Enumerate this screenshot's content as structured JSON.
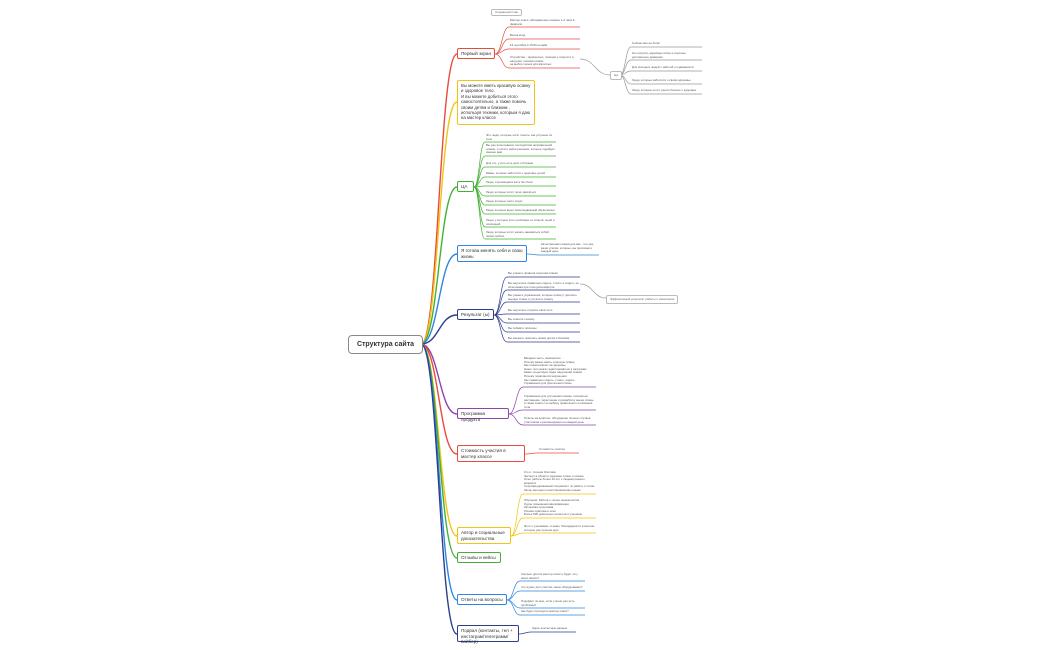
{
  "root": {
    "label": "Структура сайта"
  },
  "note": {
    "label": "Созданный план"
  },
  "extra_nodes": {
    "ca": "ЦА",
    "results_note": "Эффективный результат работы с заказчиком"
  },
  "branches": {
    "first_screen": {
      "label": "Первый экран",
      "color": "#e74c3c"
    },
    "promise": {
      "label": "Вы можете иметь красивую осанку и здоровое тело.\nИ вы можете добиться этого самостоятельно, а также помочь своим детям и близким , используя техники, которым я даю на мастер классе",
      "color": "#f1c40f"
    },
    "ca": {
      "label": "ЦА",
      "color": "#44b035"
    },
    "ready": {
      "label": "Я готова менять себя и свою жизнь",
      "color": "#2e86de"
    },
    "results": {
      "label": "Результат (ы)",
      "color": "#2c3e8c"
    },
    "program": {
      "label": "Программа продукта",
      "color": "#8e44ad"
    },
    "cost": {
      "label": "Стоимость участия в мастер классе",
      "color": "#e74c3c"
    },
    "author": {
      "label": "Автор и социальные доказательства",
      "color": "#f1c40f"
    },
    "reviews": {
      "label": "Отзывы и кейсы",
      "color": "#44b035"
    },
    "faq": {
      "label": "Ответы на вопросы",
      "color": "#2e86de"
    },
    "footer": {
      "label": "Подвал (контакты, тел + инстаграм/телеграмм/вайбер)",
      "color": "#2c3e8c"
    }
  },
  "leaves": {
    "first_screen": [
      "Мастер класс «Исправление осанки» 1-2 часа 6 февраля",
      "Весна вход",
      "16 сентября в 15:00 онлайн",
      "Устройство - гармонично, позиция о скорости и нагрузки, техника отказа,\nна выбор техник для взрослых"
    ],
    "ca_right": [
      "Сейчас мне не болит",
      "Не получить здоровую спину и хорошее долговечное движение",
      "Для молодых людей с заботой о подвижности",
      "Люди, которые заботятся о своём здоровье",
      "Люди, которые хотят узнать больше о здоровье"
    ],
    "ca": [
      "Это люди, которые хотят понять, как устроено их тело",
      "Вы уже испытываете последствия неправильной осанки, и хотите найти решение, которое подойдёт именно вам",
      "Для тех, у кого есть дети и близкие",
      "Мамы, которые заботятся о здоровье детей",
      "Люди, стремящиеся жить без боли",
      "Люди, которые хотят легко двигаться",
      "Люди, которые часто сидят",
      "Люди, которые ведут малоподвижный образ жизни",
      "Люди, у которых есть проблемы со спиной, шеей и поясницей",
      "Люди, которые хотят начать заниматься собой прямо сейчас"
    ],
    "ready": [
      "Качественная осанка для вас - это уже ваши усилия, которые, вы прилагаете каждый день"
    ],
    "results": [
      "Вы узнаете правила хорошей осанки",
      "Вы научитесь правильно сидеть, стоять и ходить, не испытывая при этом дискомфорта",
      "Вы узнаете упражнения, которые помогут укрепить мышцы спины и улучшить осанку",
      "Вы научитесь слушать своё тело",
      "Вы освоите технику",
      "Вы поймёте причины",
      "Вы сможете помогать своим детям и близким"
    ],
    "program": [
      "Вводная часть, знакомство\nПочему важно иметь хорошую осанку\nКак осанка влияет на здоровье\nНаше тело может адаптироваться к нагрузкам\nКакие существуют виды нарушений осанки\nПочему появляются нарушения\nКак правильно сидеть, стоять, ходить\nУпражнения для укрепления спины",
      "Упражнения для улучшения осанки, техники на растяжение, укрепление и разработку мышц спины, а также советы по выбору правильного положения тела",
      "Ответы на вопросы, обсуждение личных случаев участников и рекомендации на каждый день"
    ],
    "cost": [
      "Стоимость участия"
    ],
    "author": [
      "Кто я - Ксения Осипова\nЭксперт в области здоровья спины и осанки\nОпыт работы более 10 лет с людьми разного возраста\nСертифицированный специалист по работе с телом\nАвтор методик по восстановлению осанки",
      "Обучение: Работа с телом, кинезиология\nКурсы повышения квалификации\nАвторская программа\nЛичная практика и опыт\nБолее 500 довольных клиентов и учеников",
      "Фото с учениками, отзывы, благодарности клиентов, которые уже прошли курс"
    ],
    "faq": [
      "Сколько длится мастер класс и будет ли у меня запись?",
      "Что нужно для участия, какое оборудование?",
      "Подойдёт ли мне, если у меня уже есть проблемы?",
      "Как будет проходить мастер класс?"
    ],
    "footer": [
      "Здесь контактные данные"
    ]
  }
}
